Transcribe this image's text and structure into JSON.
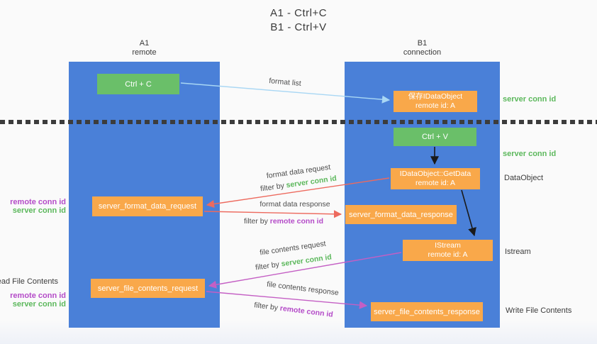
{
  "title": {
    "line1": "A1 - Ctrl+C",
    "line2": "B1 - Ctrl+V"
  },
  "columns": {
    "left": {
      "name": "A1",
      "subtitle": "remote"
    },
    "right": {
      "name": "B1",
      "subtitle": "connection"
    }
  },
  "boxes": {
    "ctrl_c": "Ctrl + C",
    "save_idataobject": {
      "line1": "保存IDataObject",
      "line2": "remote id: A"
    },
    "ctrl_v": "Ctrl + V",
    "getdata": {
      "line1": "IDataObject::GetData",
      "line2": "remote id: A"
    },
    "format_request": "server_format_data_request",
    "format_response": "server_format_data_response",
    "istream": {
      "line1": "IStream",
      "line2": "remote id: A"
    },
    "file_request": "server_file_contents_request",
    "file_response": "server_file_contents_response"
  },
  "arrow_labels": {
    "format_list": "format list",
    "format_data_request": "format data request",
    "format_data_response": "format data response",
    "file_contents_request": "file contents request",
    "file_contents_response": "file contents response",
    "filter_by": "filter by ",
    "server_conn_id": "server conn id",
    "remote_conn_id": "remote conn id"
  },
  "side_labels": {
    "left": {
      "remote_conn_id_1": "remote conn id",
      "server_conn_id_1": "server conn id",
      "read_file_contents": "Read File Contents",
      "remote_conn_id_2": "remote conn id",
      "server_conn_id_2": "server conn id"
    },
    "right": {
      "server_conn_id_top": "server conn id",
      "server_conn_id_mid": "server conn id",
      "dataobject": "DataObject",
      "istream": "Istream",
      "write_file_contents": "Write File Contents"
    }
  },
  "colors": {
    "column_blue": "#4a80d8",
    "box_green": "#6abf69",
    "box_orange": "#f9a84a",
    "arrow_lightblue": "#a9d7f4",
    "arrow_red": "#ed6a5e",
    "arrow_magenta": "#c45fc4",
    "arrow_black": "#1a1a1a",
    "text_green": "#5cb85c",
    "text_purple": "#b44bc8"
  }
}
